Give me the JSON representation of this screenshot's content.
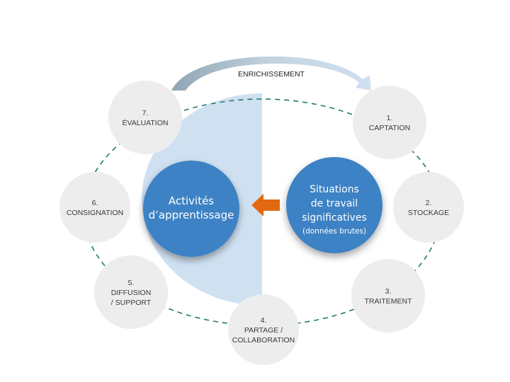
{
  "colors": {
    "stage_fill": "#ededed",
    "stage_text": "#3a3a3a",
    "center_fill": "#3d82c4",
    "half_disc": "#cfe0f1",
    "arrow_orange": "#e2690f",
    "dashed_ring": "#1e7a6a",
    "enrich_arrow_start": "#9aaebb",
    "enrich_arrow_end": "#cfe0f1"
  },
  "enrichment": {
    "label": "ENRICHISSEMENT"
  },
  "center": {
    "left": {
      "lines": [
        "Activités",
        "d’apprentissage"
      ]
    },
    "right": {
      "lines": [
        "Situations",
        "de travail",
        "significatives"
      ],
      "subtitle": "(données brutes)"
    }
  },
  "stages": [
    {
      "number": "1.",
      "lines": [
        "CAPTATION"
      ]
    },
    {
      "number": "2.",
      "lines": [
        "STOCKAGE"
      ]
    },
    {
      "number": "3.",
      "lines": [
        "TRAITEMENT"
      ]
    },
    {
      "number": "4.",
      "lines": [
        "PARTAGE /",
        "COLLABORATION"
      ]
    },
    {
      "number": "5.",
      "lines": [
        "DIFFUSION",
        "/ SUPPORT"
      ]
    },
    {
      "number": "6.",
      "lines": [
        "CONSIGNATION"
      ]
    },
    {
      "number": "7.",
      "lines": [
        "ÉVALUATION"
      ]
    }
  ]
}
